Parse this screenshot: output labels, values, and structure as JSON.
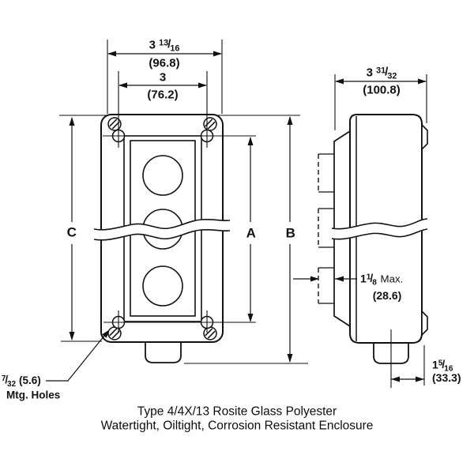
{
  "drawing": {
    "front_view": {
      "dim_overall_width": {
        "whole": "3",
        "num": "13",
        "den": "16",
        "metric": "(96.8)"
      },
      "dim_button_spacing": {
        "value": "3",
        "metric": "(76.2)"
      },
      "letter_a": "A",
      "letter_b": "B",
      "letter_c": "C",
      "mtg_holes": {
        "num": "7",
        "den": "32",
        "metric": "(5.6)",
        "label": "Mtg. Holes"
      }
    },
    "side_view": {
      "dim_overall_depth": {
        "whole": "3",
        "num": "31",
        "den": "32",
        "metric": "(100.8)"
      },
      "dim_cover_depth": {
        "whole": "1",
        "num": "1",
        "den": "8",
        "suffix": "Max.",
        "metric": "(28.6)"
      },
      "dim_hub_offset": {
        "whole": "1",
        "num": "5",
        "den": "16",
        "metric": "(33.3)"
      }
    },
    "caption": {
      "line1": "Type 4/4X/13 Rosite Glass Polyester",
      "line2": "Watertight, Oiltight, Corrosion Resistant Enclosure"
    },
    "colors": {
      "line": "#111111",
      "background": "#ffffff"
    }
  }
}
